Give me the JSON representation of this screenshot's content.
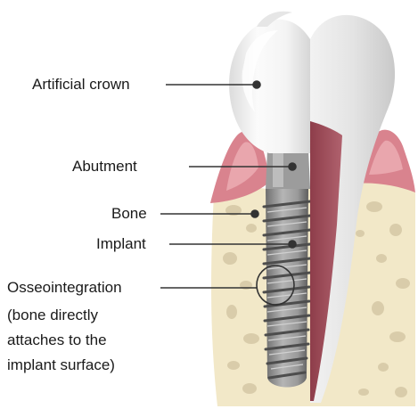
{
  "labels": {
    "crown": "Artificial crown",
    "abutment": "Abutment",
    "bone": "Bone",
    "implant": "Implant",
    "osseo_line1": "Osseointegration",
    "osseo_line2": "(bone directly",
    "osseo_line3": "attaches to the",
    "osseo_line4": "implant surface)"
  }
}
